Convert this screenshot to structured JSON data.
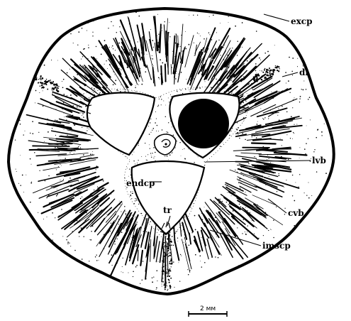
{
  "figure": {
    "labels": {
      "excp": "excp",
      "dl": "dl",
      "s": "s",
      "lvb": "lvb",
      "endcp": "endcp",
      "cvb": "cvb",
      "tr": "tr",
      "imscp": "imscp"
    },
    "scale_bar": {
      "label": "2 мм"
    },
    "colors": {
      "ink": "#000000",
      "paper": "#ffffff"
    }
  }
}
